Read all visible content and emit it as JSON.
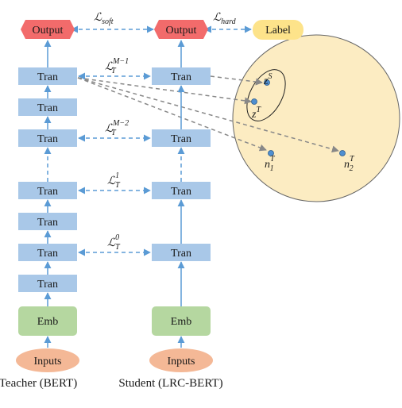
{
  "colors": {
    "output_fill": "#f26b6b",
    "label_fill": "#fde38a",
    "tran_fill": "#a9c8e8",
    "emb_fill": "#b5d7a0",
    "inputs_fill": "#f4b896",
    "arrow_blue": "#5b9bd5",
    "arrow_gray": "#888888",
    "sphere_fill": "#fcecc2",
    "sphere_stroke": "#666666",
    "point_fill": "#4f8fd0"
  },
  "teacher": {
    "output": "Output",
    "tran": "Tran",
    "emb": "Emb",
    "inputs": "Inputs",
    "caption": "Teacher (BERT)"
  },
  "student": {
    "output": "Output",
    "tran": "Tran",
    "emb": "Emb",
    "inputs": "Inputs",
    "caption": "Student (LRC-BERT)"
  },
  "label": "Label",
  "losses": {
    "soft": {
      "base": "ℒ",
      "sub": "soft"
    },
    "hard": {
      "base": "ℒ",
      "sub": "hard"
    },
    "t_m1": {
      "base": "ℒ",
      "sub": "T",
      "sup": "M−1"
    },
    "t_m2": {
      "base": "ℒ",
      "sub": "T",
      "sup": "M−2"
    },
    "t_1": {
      "base": "ℒ",
      "sub": "T",
      "sup": "1"
    },
    "t_0": {
      "base": "ℒ",
      "sub": "T",
      "sup": "0"
    }
  },
  "points": {
    "zs": {
      "base": "z",
      "sup": "S"
    },
    "zt": {
      "base": "z",
      "sup": "T"
    },
    "n1": {
      "base": "n",
      "sub": "1",
      "sup": "T"
    },
    "n2": {
      "base": "n",
      "sub": "2",
      "sup": "T"
    }
  }
}
